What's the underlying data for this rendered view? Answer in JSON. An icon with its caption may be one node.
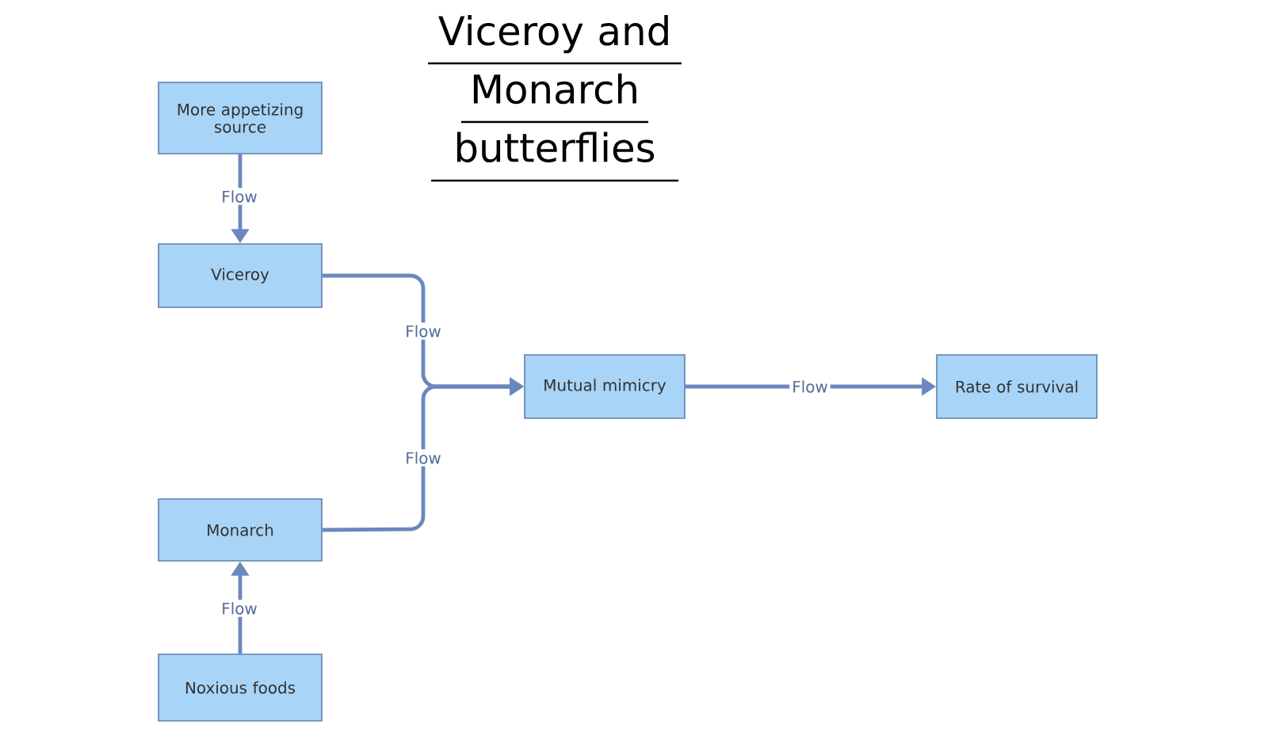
{
  "diagram": {
    "title": "Viceroy and Monarch butterflies",
    "nodes": [
      {
        "text": [
          "More appetizing source"
        ]
      },
      {
        "text": [
          "Viceroy"
        ]
      },
      {
        "text": [
          "Monarch"
        ]
      },
      {
        "text": [
          "Noxious foods"
        ]
      },
      {
        "text": [
          "Mutual mimicry"
        ]
      },
      {
        "text": [
          "Rate of survival"
        ]
      }
    ],
    "edges": [
      {
        "from": 0,
        "to": 1,
        "arrow": "to",
        "label": "Flow"
      },
      {
        "from": 1,
        "to": 4,
        "arrow": "to",
        "label": "Flow"
      },
      {
        "from": 2,
        "to": 4,
        "arrow": "to",
        "label": "Flow"
      },
      {
        "from": 3,
        "to": 2,
        "arrow": "to",
        "label": "Flow"
      },
      {
        "from": 4,
        "to": 5,
        "arrow": "to",
        "label": "Flow"
      }
    ]
  }
}
